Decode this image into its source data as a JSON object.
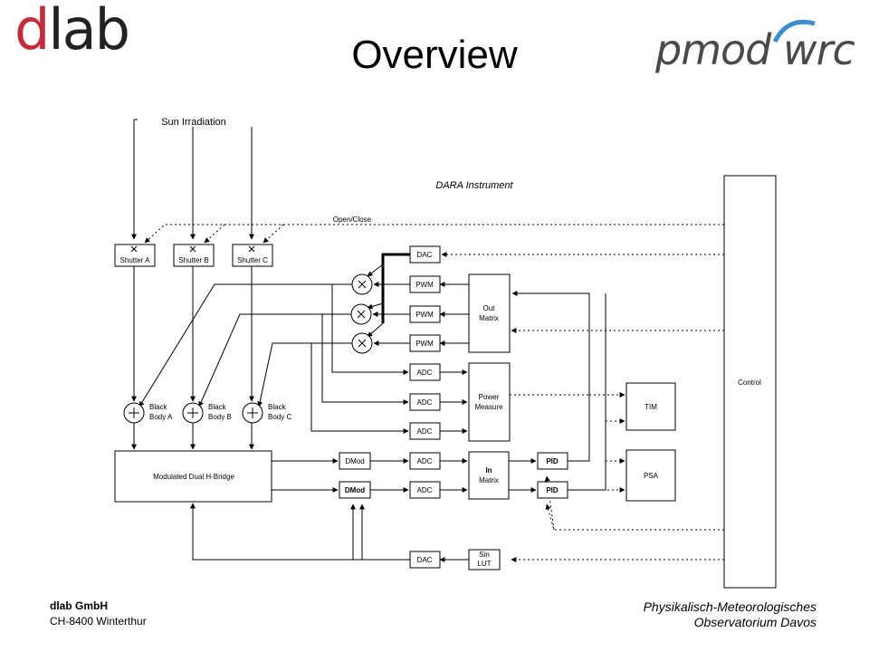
{
  "header": {
    "title": "Overview",
    "logo_left": {
      "part1": "d",
      "part2": "lab"
    },
    "logo_right": "pmod wrc"
  },
  "diagram": {
    "sun_irradiation": "Sun Irradiation",
    "instrument_label": "DARA Instrument",
    "open_close": "Open/Close",
    "shutters": [
      "Shutter A",
      "Shutter B",
      "Shutter C"
    ],
    "black_bodies": [
      {
        "line1": "Black",
        "line2": "Body A"
      },
      {
        "line1": "Black",
        "line2": "Body B"
      },
      {
        "line1": "Black",
        "line2": "Body C"
      }
    ],
    "dac_top": "DAC",
    "pwm": [
      "PWM",
      "PWM",
      "PWM"
    ],
    "out_matrix": {
      "line1": "Out",
      "line2": "Matrix"
    },
    "adc_power": [
      "ADC",
      "ADC",
      "ADC"
    ],
    "power_measure": {
      "line1": "Power",
      "line2": "Measure"
    },
    "h_bridge": "Modulated Dual H-Bridge",
    "dmod": [
      "DMod",
      "DMod"
    ],
    "adc_in": [
      "ADC",
      "ADC"
    ],
    "in_matrix": {
      "line1": "In",
      "line2": "Matrix"
    },
    "pid": [
      "PID",
      "PID"
    ],
    "dac_bottom": "DAC",
    "sin_lut": {
      "line1": "Sin",
      "line2": "LUT"
    },
    "tim": "TIM",
    "psa": "PSA",
    "control": "Control"
  },
  "footer": {
    "company": "dlab GmbH",
    "address": "CH-8400  Winterthur",
    "institute_line1": "Physikalisch-Meteorologisches",
    "institute_line2": "Observatorium Davos"
  }
}
